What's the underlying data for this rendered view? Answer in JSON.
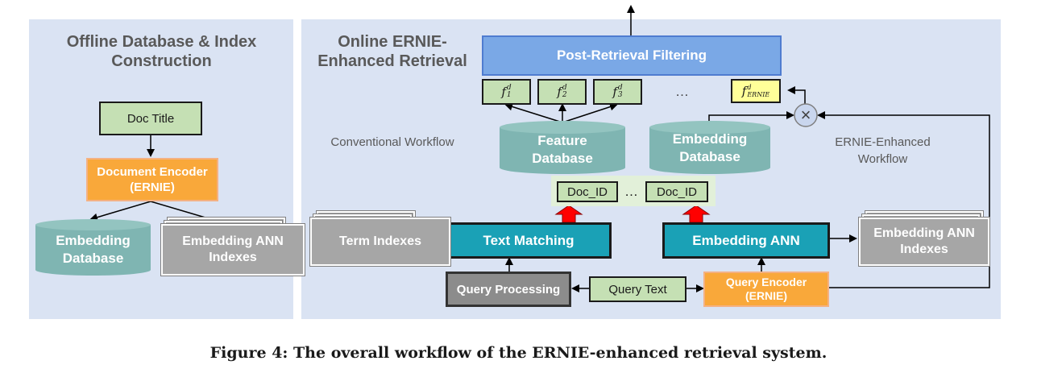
{
  "offline": {
    "title": "Offline Database & Index Construction",
    "doc_title": "Doc Title",
    "doc_encoder": "Document Encoder (ERNIE)",
    "embedding_db": "Embedding Database",
    "ann_indexes": "Embedding ANN Indexes"
  },
  "online": {
    "title": "Online ERNIE-Enhanced Retrieval",
    "post_filter": "Post-Retrieval Filtering",
    "features": [
      {
        "base": "f",
        "sub": "1",
        "sup": "d"
      },
      {
        "base": "f",
        "sub": "2",
        "sup": "d"
      },
      {
        "base": "f",
        "sub": "3",
        "sup": "d"
      }
    ],
    "ellipsis": "…",
    "ernie_feature": {
      "base": "f",
      "sub": "ERNIE",
      "sup": "d"
    },
    "multiply_symbol": "×",
    "conventional_workflow": "Conventional Workflow",
    "ernie_workflow": "ERNIE-Enhanced Workflow",
    "feature_db": "Feature Database",
    "embedding_db": "Embedding Database",
    "doc_id_1": "Doc_ID",
    "doc_id_ellipsis": "…",
    "doc_id_2": "Doc_ID",
    "term_indexes": "Term Indexes",
    "text_matching": "Text Matching",
    "embedding_ann": "Embedding ANN",
    "ann_indexes": "Embedding ANN Indexes",
    "query_processing": "Query Processing",
    "query_text": "Query Text",
    "query_encoder": "Query Encoder (ERNIE)"
  },
  "caption": "Figure 4: The overall workflow of the ERNIE-enhanced retrieval system.",
  "colors": {
    "panel": "#dae3f3",
    "green_box": "#c5e0b4",
    "orange_box": "#f9a83a",
    "teal_box": "#1aa1b6",
    "blue_box": "#7aa8e6",
    "cylinder": "#7fb5b2",
    "stack": "#a6a6a6",
    "yellow_box": "#ffff99",
    "red_arrow": "#ff0000"
  }
}
